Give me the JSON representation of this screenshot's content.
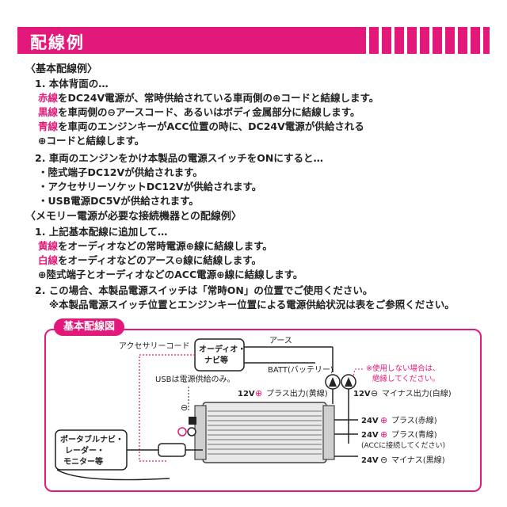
{
  "header": {
    "title": "配線例"
  },
  "section1": {
    "heading": "〈基本配線例〉",
    "item1": {
      "title": "1. 本体背面の…",
      "red_label": "赤線",
      "red_text": "をDC24V電源が、常時供給されている車両側の⊕コードと結線します。",
      "black_label": "黒線",
      "black_text": "を車両側の⊖アースコード、あるいはボディ金属部分に結線します。",
      "blue_label": "青線",
      "blue_text": "を車両のエンジンキーがACC位置の時に、DC24V電源が供給される",
      "blue_text2": "⊕コードと結線します。"
    },
    "item2": {
      "title": "2. 車両のエンジンをかけ本製品の電源スイッチをONにすると…",
      "bullets": [
        "・陸式端子DC12Vが供給されます。",
        "・アクセサリーソケットDC12Vが供給されます。",
        "・USB電源DC5Vが供給されます。"
      ]
    }
  },
  "section2": {
    "heading": "〈メモリー電源が必要な接続機器との配線例〉",
    "item1": {
      "title": "1. 上記基本配線に追加して…",
      "yellow_label": "黄線",
      "yellow_text": "をオーディオなどの常時電源⊕線に結線します。",
      "white_label": "白線",
      "white_text": "をオーディオなどのアース⊖線に結線します。",
      "plus_text": "⊕陸式端子とオーディオなどのACC電源⊕線に結線します。"
    },
    "item2": {
      "title": "2. この場合、本製品電源スイッチは「常時ON」の位置でご使用ください。",
      "note": "※本製品電源スイッチ位置とエンジンキー位置による電源供給状況は表をご参照ください。"
    }
  },
  "diagram": {
    "tab": "基本配線図",
    "accessory_cord": "アクセサリーコード",
    "audio_line1": "オーディオ・",
    "audio_line2": "ナビ等",
    "earth": "アース",
    "batt": "BATT(バッテリー)",
    "unused_note1": "※使用しない場合は、",
    "unused_note2": "絶縁してください。",
    "usb_note": "USBは電源供給のみ。",
    "out_plus_12v": "12V",
    "out_plus_text": "プラス出力(黄線)",
    "out_minus_12v": "12V",
    "out_minus_text": "マイナス出力(白線)",
    "in_red_24v": "24V",
    "in_red_text": "プラス(赤線)",
    "in_blue_24v": "24V",
    "in_blue_text": "プラス(青線)",
    "in_blue_sub": "(ACCに接続してください)",
    "in_black_24v": "24V",
    "in_black_text": "マイナス(黒線)",
    "portable_line1": "ポータブルナビ・",
    "portable_line2": "レーダー・",
    "portable_line3": "モニター等",
    "minus_sign": "⊖",
    "plus_sign": "⊕"
  },
  "colors": {
    "accent": "#e2197a",
    "text": "#222222"
  }
}
